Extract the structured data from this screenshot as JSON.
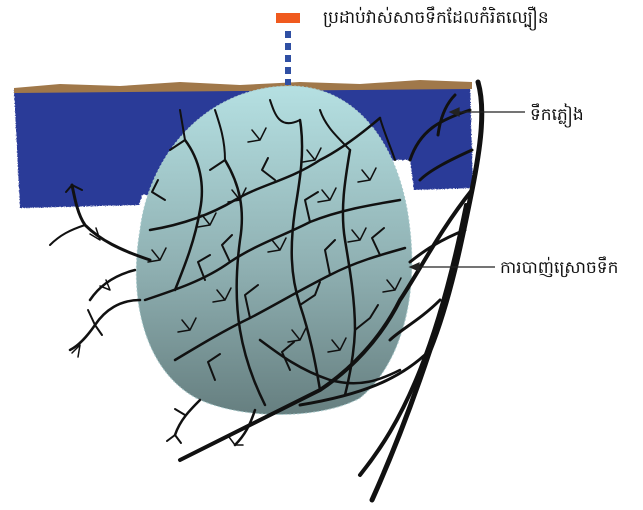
{
  "labels": {
    "meter": "ប្រដាប់វាស់សាចទឹកដែលកំរិតល្បឿន",
    "water": "ទឹកភ្លៀង",
    "roots": "ការបាញ់ស្រោចទឹក"
  },
  "colors": {
    "water_band": "#2a3a98",
    "soil_edge": "#a0784a",
    "clump_top": "#b5e0e2",
    "clump_bottom": "#667f80",
    "roots": "#111111",
    "meter_head": "#f05a1e",
    "meter_dots": "#2f4fa3"
  }
}
